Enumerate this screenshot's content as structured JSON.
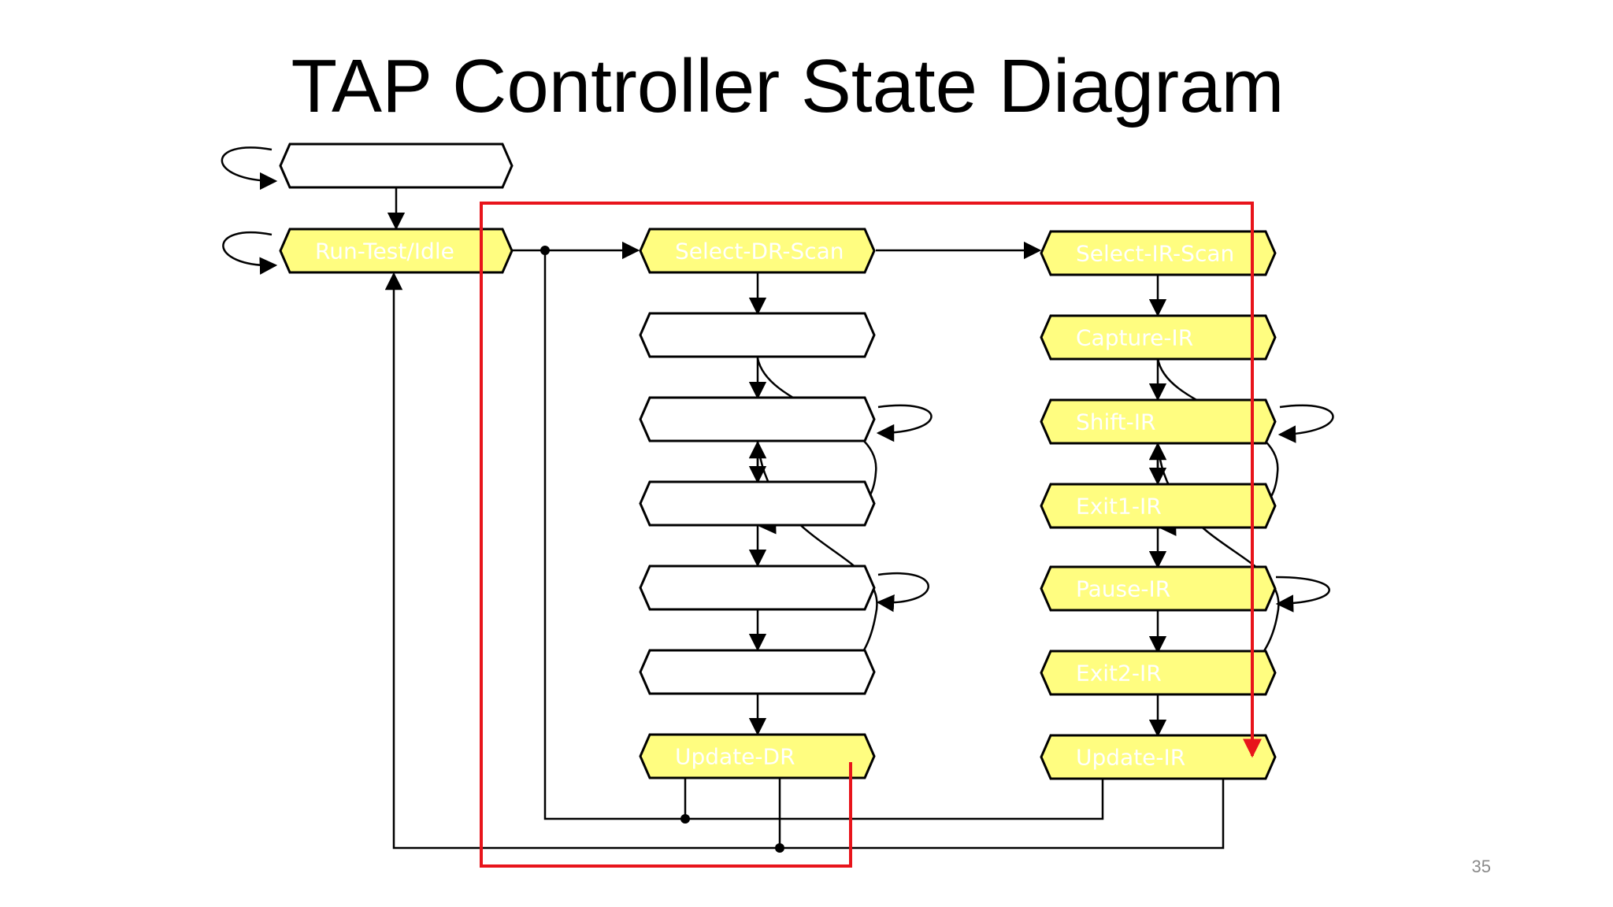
{
  "title": "TAP Controller State Diagram",
  "page_number": "35",
  "colors": {
    "highlight_fill": "#fffd80",
    "plain_fill": "#ffffff",
    "state_label": "#ffffff",
    "path_overlay": "#e8141b",
    "lines": "#000000"
  },
  "states": [
    {
      "id": "test-logic-reset",
      "label": "",
      "highlighted": false
    },
    {
      "id": "run-test-idle",
      "label": "Run-Test/Idle",
      "highlighted": true
    },
    {
      "id": "select-dr-scan",
      "label": "Select-DR-Scan",
      "highlighted": true
    },
    {
      "id": "capture-dr",
      "label": "",
      "highlighted": false
    },
    {
      "id": "shift-dr",
      "label": "",
      "highlighted": false
    },
    {
      "id": "exit1-dr",
      "label": "",
      "highlighted": false
    },
    {
      "id": "pause-dr",
      "label": "",
      "highlighted": false
    },
    {
      "id": "exit2-dr",
      "label": "",
      "highlighted": false
    },
    {
      "id": "update-dr",
      "label": "Update-DR",
      "highlighted": true
    },
    {
      "id": "select-ir-scan",
      "label": "Select-IR-Scan",
      "highlighted": true
    },
    {
      "id": "capture-ir",
      "label": "Capture-IR",
      "highlighted": true
    },
    {
      "id": "shift-ir",
      "label": "Shift-IR",
      "highlighted": true
    },
    {
      "id": "exit1-ir",
      "label": "Exit1-IR",
      "highlighted": true
    },
    {
      "id": "pause-ir",
      "label": "Pause-IR",
      "highlighted": true
    },
    {
      "id": "exit2-ir",
      "label": "Exit2-IR",
      "highlighted": true
    },
    {
      "id": "update-ir",
      "label": "Update-IR",
      "highlighted": true
    }
  ]
}
